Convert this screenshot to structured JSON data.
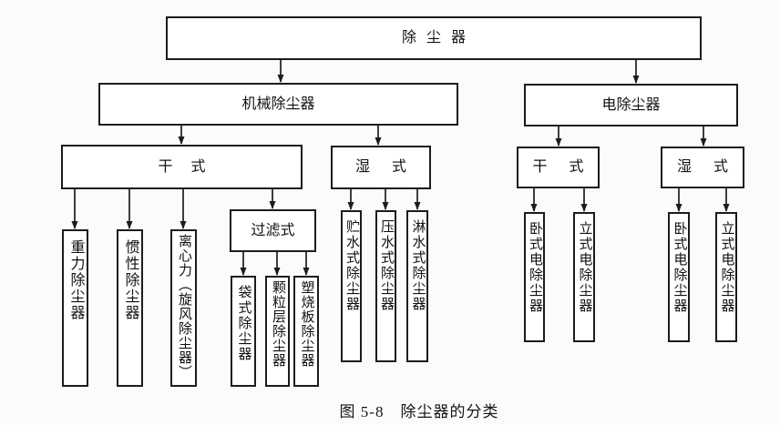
{
  "figure": {
    "caption": "图 5-8　除尘器的分类"
  },
  "tree": {
    "root": "除尘器",
    "mechanical": "机械除尘器",
    "electric": "电除尘器",
    "mech_dry": "干式",
    "mech_wet": "湿式",
    "filter": "过滤式",
    "gravity": "重力除尘器",
    "inertial": "惯性除尘器",
    "centrifugal": "离心力（旋风除尘器）",
    "bag": "袋式除尘器",
    "granular": "颗粒层除尘器",
    "sintered": "塑烧板除尘器",
    "water_storage": "贮水式除尘器",
    "water_pressure": "压水式除尘器",
    "water_spray": "淋水式除尘器",
    "elec_dry": "干式",
    "elec_wet": "湿式",
    "elec_dry_horizontal": "卧式电除尘器",
    "elec_dry_vertical": "立式电除尘器",
    "elec_wet_horizontal": "卧式电除尘器",
    "elec_wet_vertical": "立式电除尘器"
  },
  "colors": {
    "line": "#1c1c1c",
    "box_border": "#1c1c1c",
    "box_fill": "#ffffff",
    "background": "#fbfbfb",
    "text": "#111111"
  }
}
